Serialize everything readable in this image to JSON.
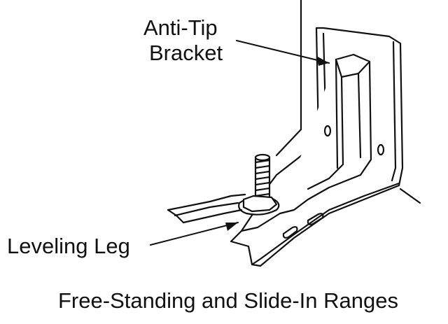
{
  "labels": {
    "bracket_line1": "Anti-Tip",
    "bracket_line2": "Bracket",
    "leveling_leg": "Leveling Leg"
  },
  "caption": "Free-Standing and Slide-In Ranges",
  "colors": {
    "ink": "#111111",
    "background": "#ffffff"
  }
}
